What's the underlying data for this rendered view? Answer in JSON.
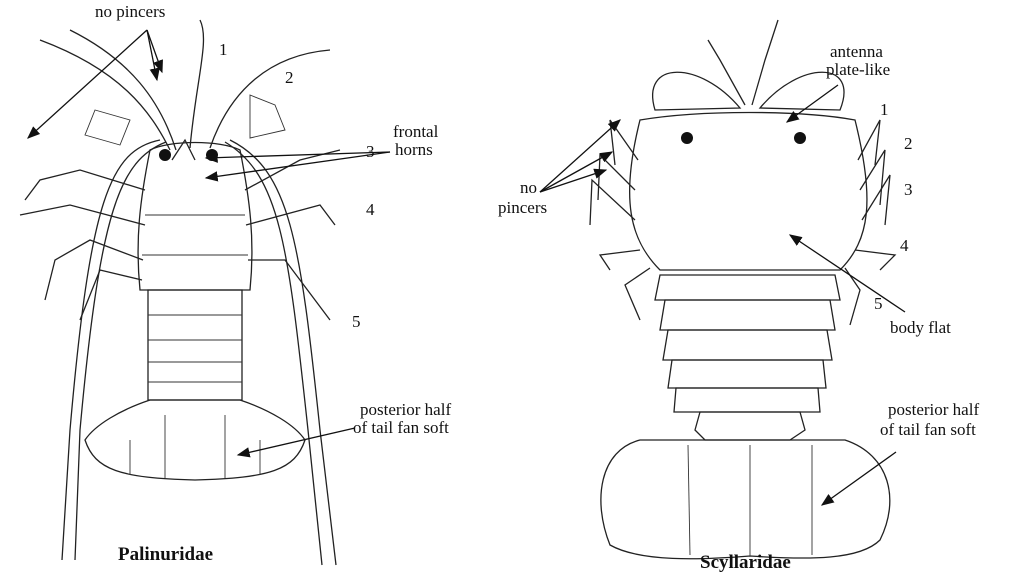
{
  "palinuridae": {
    "title": "Palinuridae",
    "labels": {
      "no_pincers": "no pincers",
      "frontal_horns_1": "frontal",
      "frontal_horns_2": "horns",
      "tail_1": "posterior half",
      "tail_2": "of tail fan soft"
    },
    "leg_numbers": [
      "1",
      "2",
      "3",
      "4",
      "5"
    ]
  },
  "scyllaridae": {
    "title": "Scyllaridae",
    "labels": {
      "antenna_1": "antenna",
      "antenna_2": "plate-like",
      "no_pincers_1": "no",
      "no_pincers_2": "pincers",
      "body_flat": "body flat",
      "tail_1": "posterior half",
      "tail_2": "of tail fan soft"
    },
    "leg_numbers": [
      "1",
      "2",
      "3",
      "4",
      "5"
    ]
  }
}
